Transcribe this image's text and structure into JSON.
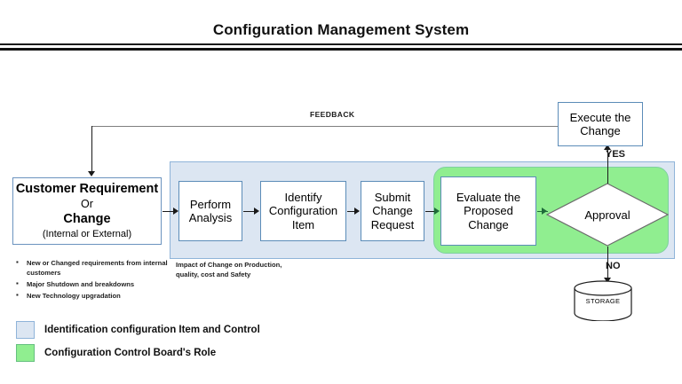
{
  "title": "Configuration Management System",
  "nodes": {
    "customer": {
      "line1": "Customer Requirement",
      "line2": "Or",
      "line3": "Change",
      "line4": "(Internal or External)"
    },
    "perform_analysis": {
      "line1": "Perform",
      "line2": "Analysis"
    },
    "identify_ci": {
      "line1": "Identify",
      "line2": "Configuration",
      "line3": "Item"
    },
    "submit_cr": {
      "line1": "Submit",
      "line2": "Change",
      "line3": "Request"
    },
    "evaluate_change": {
      "line1": "Evaluate the",
      "line2": "Proposed",
      "line3": "Change"
    },
    "approval": {
      "label": "Approval"
    },
    "execute_change": {
      "line1": "Execute the",
      "line2": "Change"
    },
    "storage": {
      "label": "STORAGE"
    }
  },
  "edges": {
    "feedback": "FEEDBACK",
    "yes": "YES",
    "no": "NO"
  },
  "notes": {
    "bullets": [
      "New or Changed requirements from internal customers",
      "Major Shutdown and breakdowns",
      "New Technology upgradation"
    ],
    "impact": "Impact of Change on Production, quality, cost and Safety"
  },
  "legend": [
    {
      "swatch": "blue",
      "color": "#dce6f2",
      "label": "Identification configuration Item and Control"
    },
    {
      "swatch": "green",
      "color": "#90ee90",
      "label": "Configuration Control Board's Role"
    }
  ],
  "colors": {
    "band_blue": "#dce6f2",
    "band_green": "#90ee90",
    "node_border": "#5b8cb8",
    "connector": "#1a1a1a",
    "connector_green": "#1f6b3a",
    "feedback_line": "#7f7f7f"
  }
}
